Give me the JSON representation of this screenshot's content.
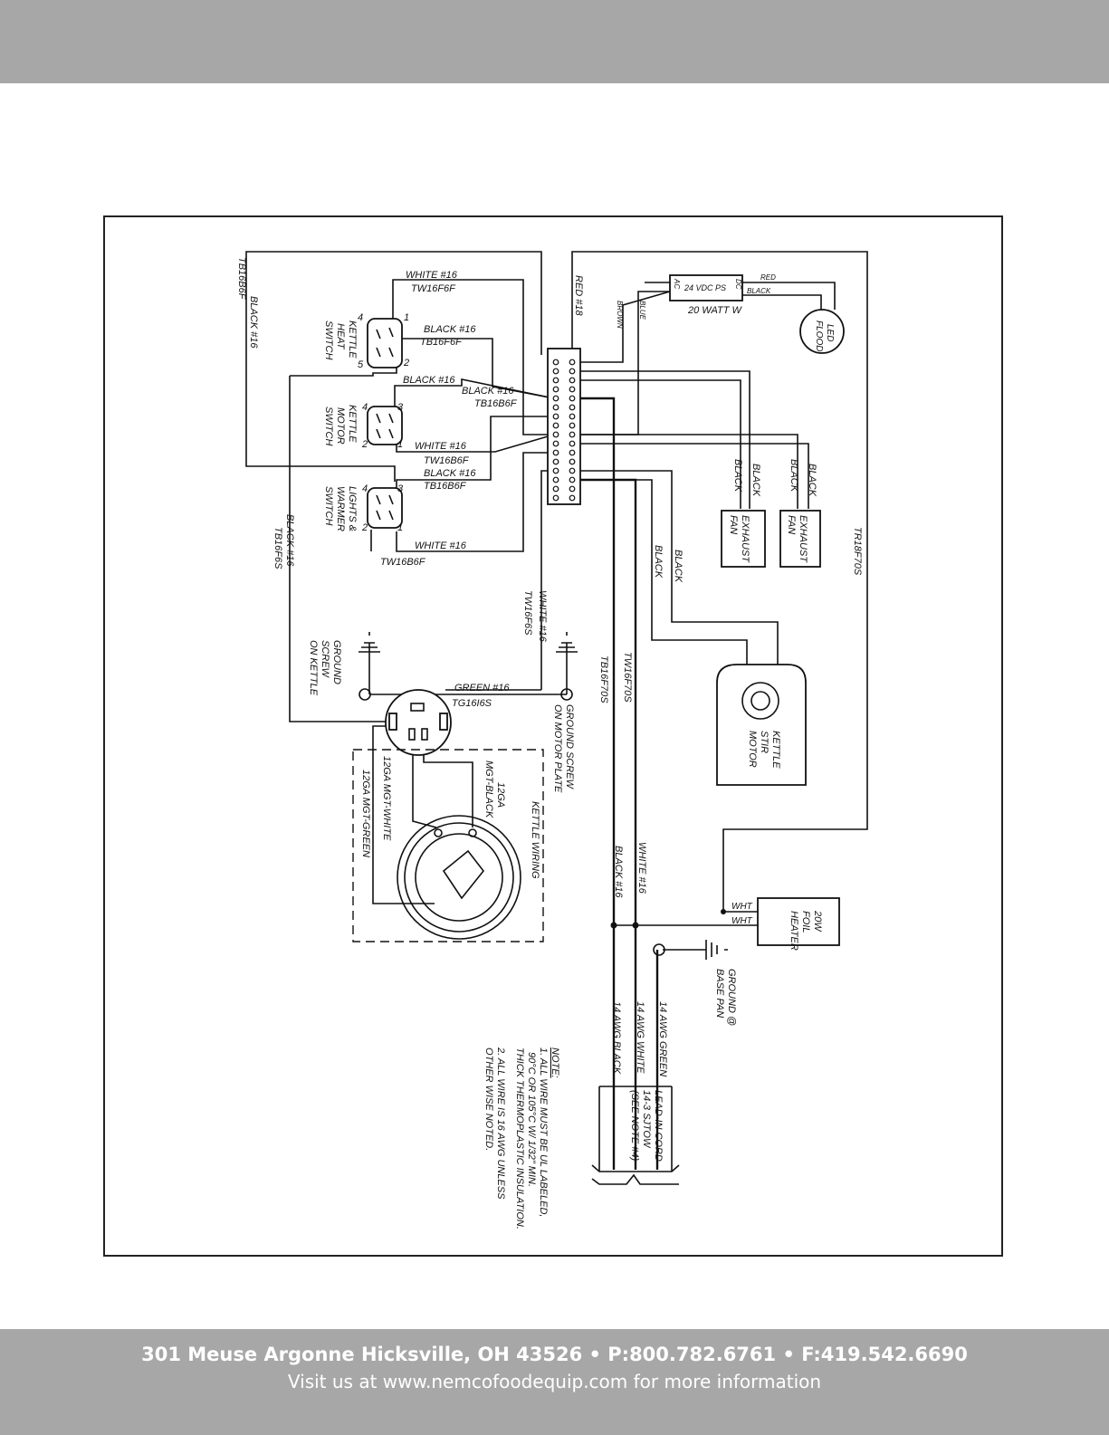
{
  "footer": {
    "address": "301 Meuse Argonne Hicksville, OH 43526   •  P:800.782.6761  •  F:419.542.6690",
    "visit": "Visit us at www.nemcofoodequip.com for more information"
  },
  "labels": {
    "kettle_heat_switch": [
      "KETTLE",
      "HEAT",
      "SWITCH"
    ],
    "kettle_motor_switch": [
      "KETTLE",
      "MOTOR",
      "SWITCH"
    ],
    "lights_warmer_switch": [
      "LIGHTS &",
      "WARMER",
      "SWITCH"
    ],
    "exhaust_fan": [
      "EXHAUST",
      "FAN"
    ],
    "led_flood": [
      "LED",
      "FLOOD"
    ],
    "power_supply": "24 VDC PS",
    "power_supply_watt": "20 WATT W",
    "ps_ac": "AC",
    "ps_dc": "DC",
    "red": "RED",
    "black": "BLACK",
    "brown": "BROWN",
    "blue": "BLUE",
    "red18": "RED #18",
    "white16": "WHITE #16",
    "black16": "BLACK #16",
    "green16": "GREEN #16",
    "tw16f6f": "TW16F6F",
    "tb16f6f": "TB16F6F",
    "tb16b6f": "TB16B6F",
    "tw16b6f": "TW16B6F",
    "tb16f6s": "TB16F6S",
    "tw16f6s": "TW16F6S",
    "tg16i6s": "TG16I6S",
    "tr18f70s": "TR18F70S",
    "tb16f70s": "TB16F70S",
    "tw16f70s": "TW16F70S",
    "ground_kettle": [
      "GROUND",
      "SCREW",
      "ON KETTLE"
    ],
    "ground_motor": [
      "GROUND SCREW",
      "ON MOTOR PLATE"
    ],
    "kettle_wiring": "KETTLE WIRING",
    "mgt_black": [
      "12GA",
      "MGT-BLACK"
    ],
    "mgt_white": "12GA MGT-WHITE",
    "mgt_green": "12GA MGT-GREEN",
    "kettle_stir_motor": [
      "KETTLE",
      "STIR",
      "MOTOR"
    ],
    "foil_heater": [
      "20W",
      "FOIL",
      "HEATER"
    ],
    "wht": "WHT",
    "ground_base": [
      "GROUND @",
      "BASE PAN"
    ],
    "awg_black": "14 AWG BLACK",
    "awg_white": "14 AWG WHITE",
    "awg_green": "14 AWG GREEN",
    "lead_in": [
      "LEAD-IN CORD",
      "14-3 SJTOW",
      "(SEE NOTE #4)"
    ],
    "note_title": "NOTE:",
    "note_lines": [
      "1. ALL WIRE MUST BE UL LABELED,",
      "90°C OR 105°C W/ 1/32\" MIN.",
      "THICK THERMOPLASTIC INSULATION.",
      "2. ALL WIRE IS 16 AWG UNLESS",
      "OTHER WISE NOTED."
    ],
    "pin1": "1",
    "pin2": "2",
    "pin3": "3",
    "pin4": "4",
    "pin5": "5"
  }
}
